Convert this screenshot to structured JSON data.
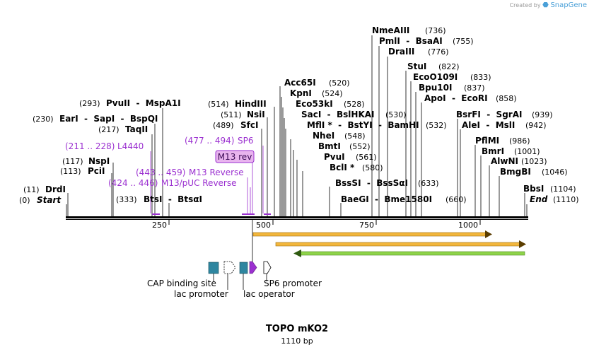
{
  "header": {
    "created_by": "Created by",
    "brand_name": "SnapGene"
  },
  "plasmid": {
    "name": "TOPO mKO2",
    "length_label": "1110 bp"
  },
  "scale": {
    "ticks": [
      {
        "bp": 250,
        "label": "250"
      },
      {
        "bp": 500,
        "label": "500"
      },
      {
        "bp": 750,
        "label": "750"
      },
      {
        "bp": 1000,
        "label": "1000"
      }
    ]
  },
  "sites": [
    {
      "name": "Start",
      "pos": "(0)",
      "italic": true
    },
    {
      "name": "DrdI",
      "pos": "(11)"
    },
    {
      "name": "PciI",
      "pos": "(113)"
    },
    {
      "name": "NspI",
      "pos": "(117)"
    },
    {
      "name": "TaqII",
      "pos": "(217)"
    },
    {
      "name": "EarI  -  SapI  -  BspQI",
      "pos": "(230)"
    },
    {
      "name": "PvuII  -  MspA1I",
      "pos": "(293)"
    },
    {
      "name": "BtsI  -  BtsαI",
      "pos": "(333)"
    },
    {
      "name": "SfcI",
      "pos": "(489)"
    },
    {
      "name": "NsiI",
      "pos": "(511)"
    },
    {
      "name": "HindIII",
      "pos": "(514)"
    },
    {
      "name": "Acc65I",
      "pos": "(520)"
    },
    {
      "name": "KpnI",
      "pos": "(524)"
    },
    {
      "name": "Eco53kI",
      "pos": "(528)"
    },
    {
      "name": "SacI  -  BslHKAI",
      "pos": "(530)"
    },
    {
      "name": "MflI *  -  BstYI  -  BamHI",
      "pos": "(532)"
    },
    {
      "name": "NheI",
      "pos": "(548)"
    },
    {
      "name": "BmtI",
      "pos": "(552)"
    },
    {
      "name": "PvuI",
      "pos": "(561)"
    },
    {
      "name": "BclI *",
      "pos": "(580)"
    },
    {
      "name": "BssSI  -  BssSαI",
      "pos": "(633)"
    },
    {
      "name": "BaeGI  -  Bme1580I",
      "pos": "(660)"
    },
    {
      "name": "NmeAIII",
      "pos": "(736)"
    },
    {
      "name": "PmlI  -  BsaAI",
      "pos": "(755)"
    },
    {
      "name": "DraIII",
      "pos": "(776)"
    },
    {
      "name": "StuI",
      "pos": "(822)"
    },
    {
      "name": "EcoO109I",
      "pos": "(833)"
    },
    {
      "name": "Bpu10I",
      "pos": "(837)"
    },
    {
      "name": "ApoI  -  EcoRI",
      "pos": "(858)"
    },
    {
      "name": "BsrFI  -  SgrAI",
      "pos": "(939)"
    },
    {
      "name": "AleI  -  MslI",
      "pos": "(942)"
    },
    {
      "name": "PflMI",
      "pos": "(986)"
    },
    {
      "name": "BmrI",
      "pos": "(1001)"
    },
    {
      "name": "AlwNI",
      "pos": "(1023)"
    },
    {
      "name": "BmgBI",
      "pos": "(1046)"
    },
    {
      "name": "BbsI",
      "pos": "(1104)"
    },
    {
      "name": "End",
      "pos": "(1110)",
      "italic": true
    }
  ],
  "primers": [
    {
      "name": "L4440",
      "range": "(211 .. 228)"
    },
    {
      "name": "M13 Reverse",
      "range": "(443 .. 459)"
    },
    {
      "name": "M13/pUC Reverse",
      "range": "(424 .. 446)"
    },
    {
      "name": "SP6",
      "range": "(477 .. 494)"
    },
    {
      "name": "M13 rev",
      "range": ""
    }
  ],
  "features": [
    {
      "name": "CAP binding site",
      "color": "#2e86a0"
    },
    {
      "name": "lac promoter",
      "color": "#ffffff"
    },
    {
      "name": "lac operator",
      "color": "#2e86a0"
    },
    {
      "name": "SP6 promoter",
      "color": "#ffffff"
    }
  ],
  "orfs": [
    {
      "color": "#f2b63c",
      "direction": "forward"
    },
    {
      "color": "#f2b63c",
      "direction": "forward"
    },
    {
      "color": "#8ed34a",
      "direction": "reverse"
    }
  ],
  "colors": {
    "primer": "#9b30d0",
    "primer_box": "#e8b4ee",
    "feature_blue": "#2e86a0",
    "orf_orange": "#f2b63c",
    "orf_green": "#8ed34a"
  }
}
